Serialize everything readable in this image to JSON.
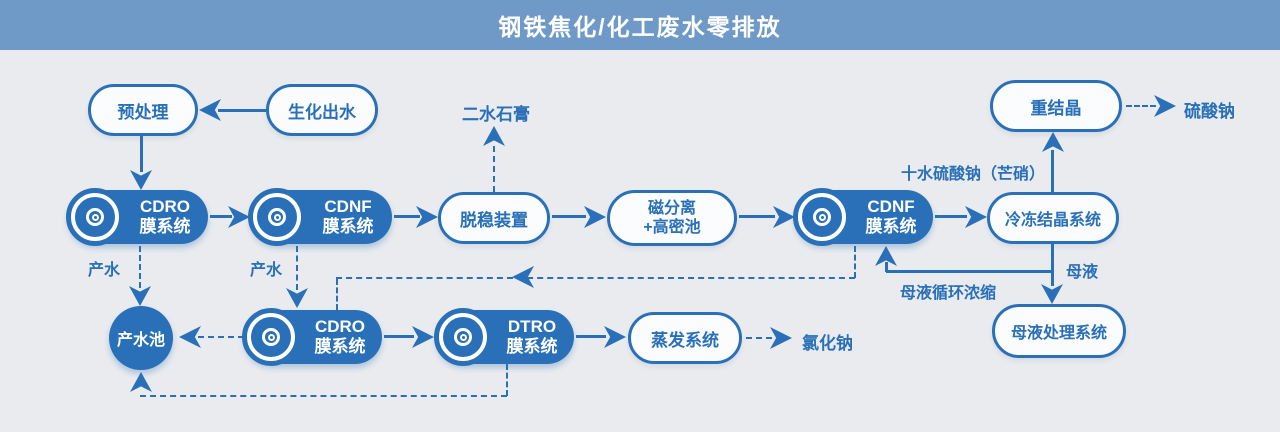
{
  "header": {
    "title": "钢铁焦化/化工废水零排放"
  },
  "colors": {
    "accent": "#2a70b8",
    "header_bg": "#6f9ac7",
    "background": "#e9ebee",
    "node_text_on_solid": "#ffffff"
  },
  "nodes": {
    "pretreatment": {
      "label": "预处理"
    },
    "bio_effluent": {
      "label": "生化出水"
    },
    "cdro_membrane_1": {
      "line1": "CDRO",
      "line2": "膜系统"
    },
    "cdnf_membrane_1": {
      "line1": "CDNF",
      "line2": "膜系统"
    },
    "destabilizer": {
      "label": "脱稳装置"
    },
    "magnetic_separation": {
      "line1": "磁分离",
      "line2": "+高密池"
    },
    "cdnf_membrane_2": {
      "line1": "CDNF",
      "line2": "膜系统"
    },
    "freeze_crystallization": {
      "label": "冷冻结晶系统"
    },
    "recrystallization": {
      "label": "重结晶"
    },
    "produced_water_pool": {
      "label": "产水池"
    },
    "cdro_membrane_2": {
      "line1": "CDRO",
      "line2": "膜系统"
    },
    "dtro_membrane": {
      "line1": "DTRO",
      "line2": "膜系统"
    },
    "evaporation_system": {
      "label": "蒸发系统"
    },
    "mother_liquor_treatment": {
      "label": "母液处理系统"
    }
  },
  "labels": {
    "dihydrate_gypsum": "二水石膏",
    "sodium_sulfate": "硫酸钠",
    "glauber_salt": "十水硫酸钠（芒硝）",
    "produced_water_1": "产水",
    "produced_water_2": "产水",
    "sodium_chloride": "氯化钠",
    "mother_liquor": "母液",
    "mother_liquor_recycle": "母液循环浓缩"
  }
}
